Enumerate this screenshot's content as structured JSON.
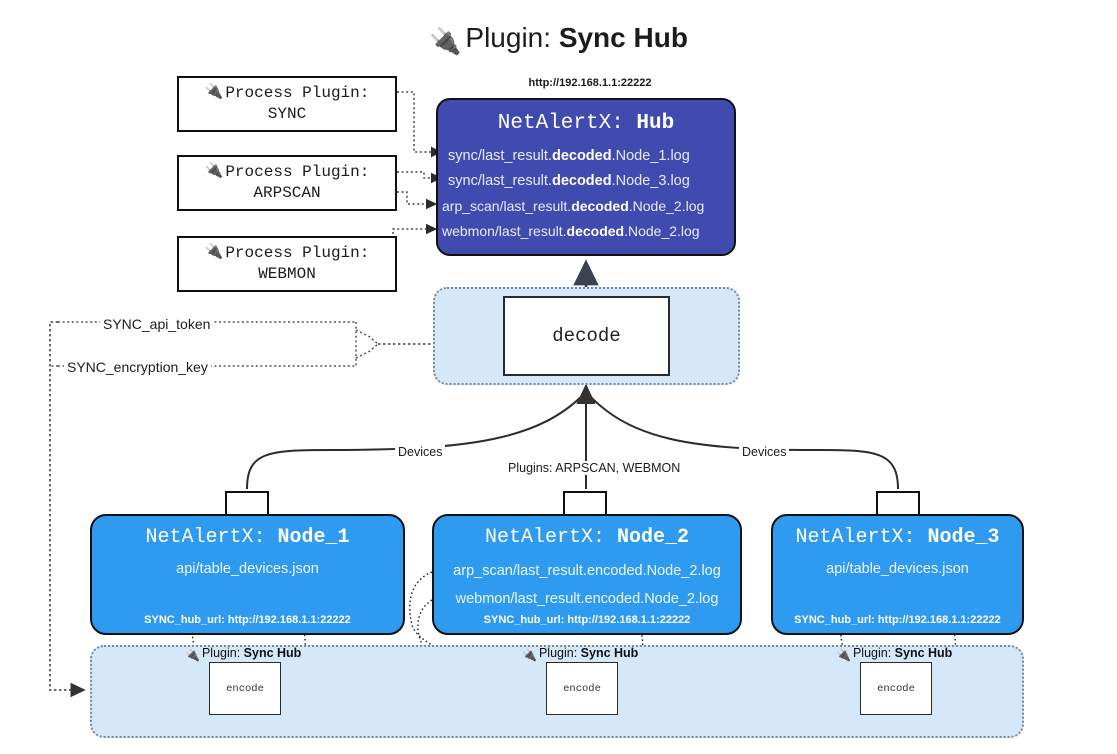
{
  "title": {
    "icon": "plug-icon",
    "lead": "Plugin: ",
    "strong": "Sync Hub",
    "full": "Plugin: Sync Hub"
  },
  "process_plugins": [
    {
      "icon": "plug-icon",
      "line1": "Process Plugin:",
      "line2": "SYNC"
    },
    {
      "icon": "plug-icon",
      "line1": "Process Plugin:",
      "line2": "ARPSCAN"
    },
    {
      "icon": "plug-icon",
      "line1": "Process Plugin:",
      "line2": "WEBMON"
    }
  ],
  "hub": {
    "url": "http://192.168.1.1:22222",
    "title_prefix": "NetAlertX: ",
    "title_name": "Hub",
    "fill_color": "#3f4bae",
    "logs": [
      {
        "pre": "sync/last_result.",
        "bold": "decoded",
        "post": ".Node_1.log"
      },
      {
        "pre": "sync/last_result.",
        "bold": "decoded",
        "post": ".Node_3.log"
      },
      {
        "pre": "arp_scan/last_result.",
        "bold": "decoded",
        "post": ".Node_2.log"
      },
      {
        "pre": "webmon/last_result.",
        "bold": "decoded",
        "post": ".Node_2.log"
      }
    ]
  },
  "decode": {
    "label": "decode"
  },
  "edge_labels": {
    "api_token": "SYNC_api_token",
    "encryption_key": "SYNC_encryption_key",
    "devices_left": "Devices",
    "devices_right": "Devices",
    "plugins": "Plugins: ARPSCAN, WEBMON"
  },
  "nodes": [
    {
      "title_prefix": "NetAlertX: ",
      "title_name": "Node_1",
      "files": [
        "api/table_devices.json"
      ],
      "hub_url_label": "SYNC_hub_url: http://192.168.1.1:22222",
      "envelope_icon": "envelope-icon",
      "fill_color": "#2f9bf0"
    },
    {
      "title_prefix": "NetAlertX: ",
      "title_name": "Node_2",
      "files": [
        "arp_scan/last_result.encoded.Node_2.log",
        "webmon/last_result.encoded.Node_2.log"
      ],
      "hub_url_label": "SYNC_hub_url: http://192.168.1.1:22222",
      "envelope_icon": "envelope-icon",
      "fill_color": "#2f9bf0"
    },
    {
      "title_prefix": "NetAlertX: ",
      "title_name": "Node_3",
      "files": [
        "api/table_devices.json"
      ],
      "hub_url_label": "SYNC_hub_url: http://192.168.1.1:22222",
      "envelope_icon": "envelope-icon",
      "fill_color": "#2f9bf0"
    }
  ],
  "encoders": [
    {
      "plugin_lead": "Plugin: ",
      "plugin_name": "Sync Hub",
      "box_label": "encode",
      "icon": "plug-icon"
    },
    {
      "plugin_lead": "Plugin: ",
      "plugin_name": "Sync Hub",
      "box_label": "encode",
      "icon": "plug-icon"
    },
    {
      "plugin_lead": "Plugin: ",
      "plugin_name": "Sync Hub",
      "box_label": "encode",
      "icon": "plug-icon"
    }
  ],
  "colors": {
    "hub": "#3f4bae",
    "node": "#2f9bf0",
    "container": "#d4e8fa",
    "stroke": "#111111"
  }
}
